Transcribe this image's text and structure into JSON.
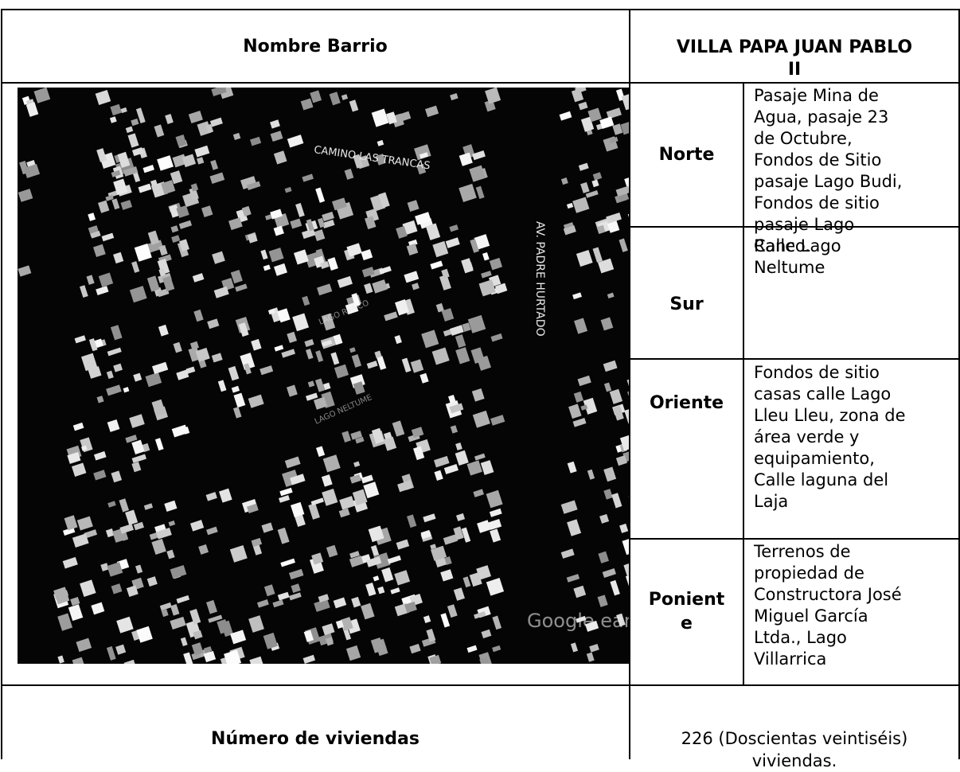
{
  "header": {
    "name_label": "Nombre Barrio",
    "name_value_line1": "VILLA PAPA JUAN PABLO",
    "name_value_line2": "II"
  },
  "boundaries": [
    {
      "side": "Norte",
      "lines": [
        "Pasaje Mina de",
        "Agua, pasaje 23",
        "de Octubre,",
        "Fondos de Sitio",
        "pasaje Lago Budi,",
        "Fondos de sitio",
        "pasaje Lago",
        "Ranco."
      ]
    },
    {
      "side": "Sur",
      "lines": [
        "Calle Lago",
        "Neltume"
      ]
    },
    {
      "side": "Oriente",
      "lines": [
        "Fondos de sitio",
        "casas calle Lago",
        "Lleu Lleu, zona de",
        "área verde y",
        "equipamiento,",
        "Calle laguna del",
        "Laja"
      ]
    },
    {
      "side_line1": "Ponient",
      "side_line2": "e",
      "lines": [
        "Terrenos de",
        "propiedad de",
        "Constructora José",
        "Miguel García",
        "Ltda., Lago",
        "Villarrica"
      ]
    }
  ],
  "map": {
    "labels": {
      "camino": "CAMINO LAS TRANCAS",
      "avenida": "AV. PADRE HURTADO",
      "ranco": "LAGO RANCO",
      "neltume": "LAGO NELTUME",
      "watermark": "Google earth"
    }
  },
  "footer": {
    "label": "Número de viviendas",
    "value_line1": "226 (Doscientas veintiséis)",
    "value_line2": "viviendas."
  }
}
